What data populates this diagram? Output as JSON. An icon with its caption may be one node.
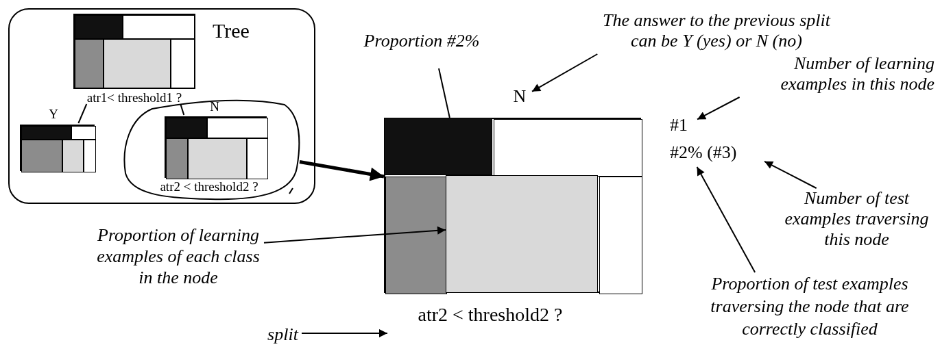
{
  "diagram": {
    "nodes": [
      {
        "text": [
          "Tree"
        ]
      },
      {
        "text": [
          "atr1< threshold1 ?"
        ],
        "in": 0
      },
      {
        "text": [],
        "shape": "box",
        "in": 0,
        "beside": [
          "Y"
        ]
      },
      {
        "text": [],
        "shape": "cloud",
        "in": 0
      },
      {
        "text": [],
        "shape": "box",
        "in": 3,
        "beside": [
          "N",
          "atr2 < threshold2 ?"
        ]
      },
      {
        "text": [
          "Proportion #2%"
        ]
      },
      {
        "text": [],
        "shape": "box"
      },
      {
        "text": [],
        "shape": "bar",
        "in": 6
      },
      {
        "text": [],
        "shape": "bar",
        "in": 6
      },
      {
        "text": [
          "N"
        ]
      },
      {
        "text": [
          "The answer to the previous split can be Y (yes) or N (no)"
        ]
      },
      {
        "text": [
          "Number of learning examples in this node"
        ]
      },
      {
        "text": [
          "#1"
        ]
      },
      {
        "text": [
          "#2% (#3)"
        ]
      },
      {
        "text": [
          "Number of test examples traversing this node"
        ]
      },
      {
        "text": [
          "Proportion of learning examples of each class in the node"
        ]
      },
      {
        "text": [
          "Proportion of test examples traversing the node that are correctly classified"
        ]
      },
      {
        "text": [
          "split"
        ]
      },
      {
        "text": [
          "atr2 < threshold2 ?"
        ]
      }
    ],
    "edges": [
      {
        "from": 1,
        "to": 2,
        "arrow": "none"
      },
      {
        "from": 1,
        "to": 4,
        "arrow": "none"
      },
      {
        "from": 3,
        "to": 6,
        "arrow": "to",
        "style": "thick"
      },
      {
        "from": 5,
        "to": 7,
        "arrow": "none"
      },
      {
        "from": 10,
        "to": 9,
        "arrow": "to"
      },
      {
        "from": 11,
        "to": 12,
        "arrow": "to"
      },
      {
        "from": 14,
        "to": 13,
        "arrow": "to"
      },
      {
        "from": 16,
        "to": 13,
        "arrow": "to"
      },
      {
        "from": 15,
        "to": 8,
        "arrow": "to"
      },
      {
        "from": 17,
        "to": 18,
        "arrow": "to"
      }
    ]
  }
}
